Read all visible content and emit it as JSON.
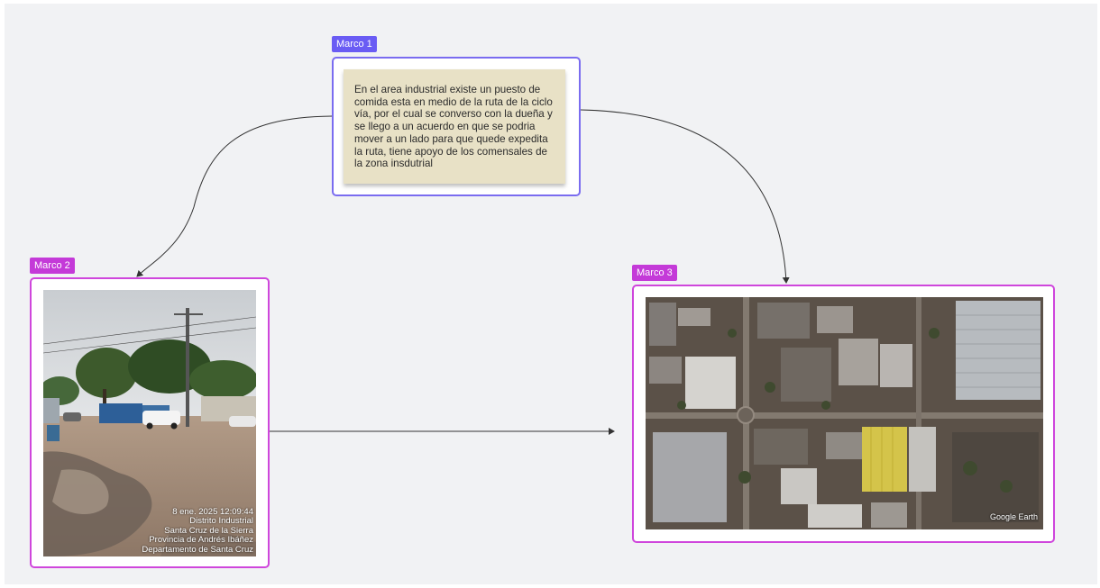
{
  "frames": [
    {
      "label": "Marco 1"
    },
    {
      "label": "Marco 2"
    },
    {
      "label": "Marco 3"
    }
  ],
  "note": {
    "text": "En el area industrial existe un puesto de comida esta en medio de la ruta de la ciclo vía, por el cual se converso con la dueña y se llego a un acuerdo en que se podria mover a un lado para que quede expedita la ruta, tiene apoyo de los comensales de la zona insdutrial"
  },
  "photo": {
    "stamp": [
      "8 ene. 2025 12:09:44",
      "Distrito Industrial",
      "Santa Cruz de la Sierra",
      "Provincia de Andrés Ibáñez",
      "Departamento de Santa Cruz"
    ]
  },
  "map": {
    "watermark": "Google Earth"
  },
  "colors": {
    "frame1_accent": "#6a5cf4",
    "frame_accent": "#c43ad8",
    "canvas": "#f1f2f4",
    "sticky_note": "#e8e1c6"
  }
}
